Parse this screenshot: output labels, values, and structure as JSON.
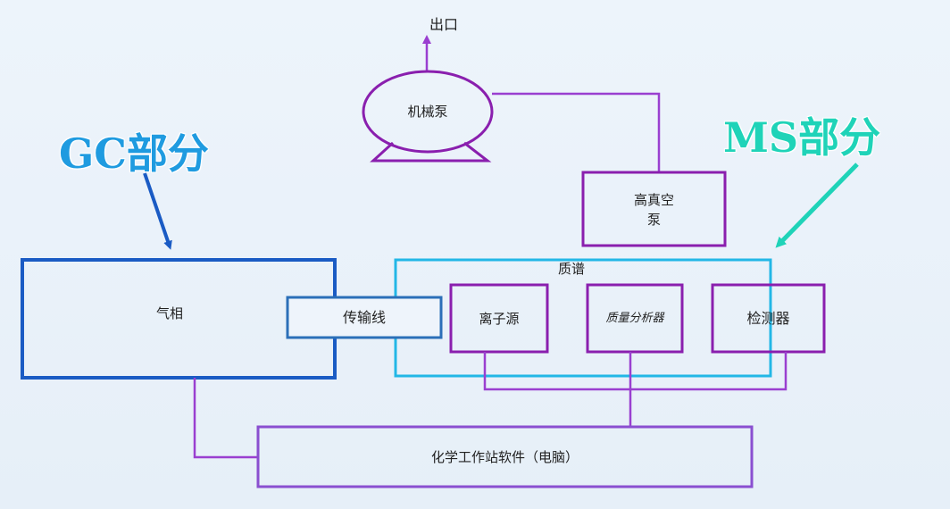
{
  "titles": {
    "gc": "GC部分",
    "ms": "MS部分"
  },
  "nodes": {
    "outlet": "出口",
    "mech_pump": "机械泵",
    "hv_pump": "高真空\n泵",
    "mass_spec": "质谱",
    "gc": "气相",
    "transfer_line": "传输线",
    "ion_source": "离子源",
    "analyzer": "质量分析器",
    "detector": "检测器",
    "software": "化学工作站软件（电脑）"
  },
  "colors": {
    "gc_accent": "#1f9be0",
    "ms_accent": "#1fd3b8",
    "gc_box": "#1a5bc4",
    "ms_box": "#22b7e6",
    "component_box": "#8a1fae",
    "transfer_box": "#2b6fb8",
    "software_box": "#8a4fd0",
    "line": "#9a3fd0",
    "background": "#eaf2f9"
  }
}
